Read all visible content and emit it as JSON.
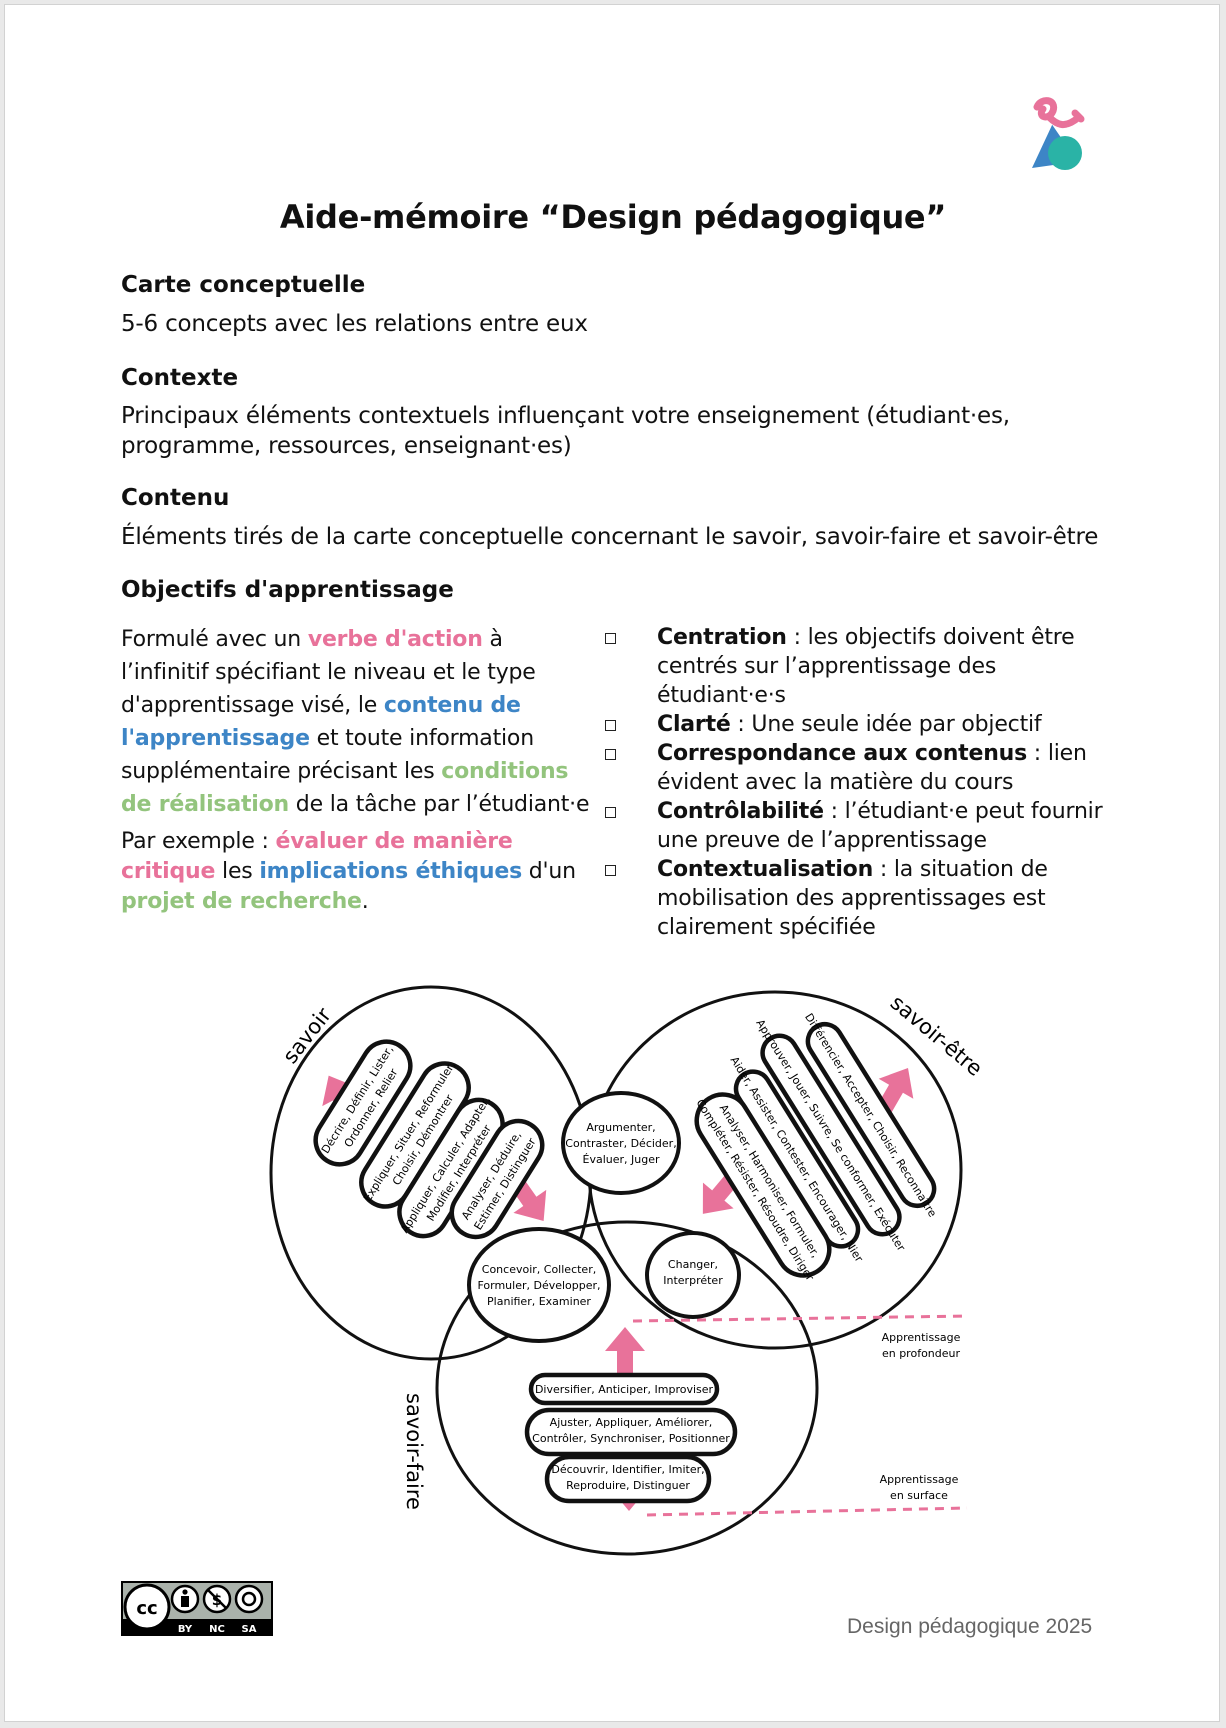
{
  "title": "Aide-mémoire “Design pédagogique”",
  "sections": {
    "carte": {
      "heading": "Carte conceptuelle",
      "text": "5-6 concepts avec les relations entre eux"
    },
    "contexte": {
      "heading": "Contexte",
      "text": "Principaux éléments contextuels influençant votre enseignement (étudiant·es, programme, ressources, enseignant·es)"
    },
    "contenu": {
      "heading": "Contenu",
      "text": "Éléments tirés de la carte conceptuelle concernant le savoir, savoir-faire et savoir-être"
    },
    "objectifs": {
      "heading": "Objectifs d'apprentissage"
    }
  },
  "objectives_left": {
    "p1_a": "Formulé avec un ",
    "p1_verbe": "verbe d'action",
    "p1_b": " à l’infinitif spécifiant le niveau et le type d'apprentissage visé, le ",
    "p1_contenu": "contenu de l'apprentissage",
    "p1_c": " et toute information supplémentaire précisant les ",
    "p1_conditions": "conditions de réalisation",
    "p1_d": " de la tâche par l’étudiant·e",
    "p2_a": "Par exemple : ",
    "p2_verbe": "évaluer de manière critique",
    "p2_b": " les ",
    "p2_implications": "implications éthiques",
    "p2_c": " d'un ",
    "p2_projet": "projet de recherche",
    "p2_d": "."
  },
  "criteria": [
    {
      "term": "Centration",
      "desc": " : les objectifs doivent être centrés sur l’apprentissage des étudiant·e·s"
    },
    {
      "term": "Clarté",
      "desc": " : Une seule idée par objectif"
    },
    {
      "term": "Correspondance aux contenus",
      "desc": " : lien évident avec la matière du cours"
    },
    {
      "term": "Contrôlabilité",
      "desc": " : l’étudiant·e peut fournir une preuve de l’apprentissage"
    },
    {
      "term": "Contextualisation",
      "desc": " : la situation de mobilisation des apprentissages est clairement spécifiée"
    }
  ],
  "diagram": {
    "savoir_label": "savoir",
    "savoir_etre_label": "savoir-être",
    "savoir_faire_label": "savoir-faire",
    "savoir_pills": [
      "Décrire, Définir, Lister,",
      "Ordonner, Relier",
      "Expliquer, Situer, Reformuler,",
      "Choisir, Démontrer",
      "Appliquer, Calculer, Adapter,",
      "Modifier, Interpréter",
      "Analyser, Déduire,",
      "Estimer, Distinguer"
    ],
    "etre_pills": [
      "Différencier, Accepter, Choisir, Reconnaître",
      "Approuver, Jouer, Suivre, Se conformer, Exécuter",
      "Aider, Assister, Contester, Encourager, Nier",
      "Analyser, Harmoniser, Formuler,",
      "Compléter, Résister, Résoudre, Diriger"
    ],
    "intersect_savoir_etre": [
      "Argumenter,",
      "Contraster, Décider,",
      "Évaluer, Juger"
    ],
    "intersect_savoir_faire": [
      "Concevoir, Collecter,",
      "Formuler, Développer,",
      "Planifier, Examiner"
    ],
    "intersect_etre_faire": [
      "Changer,",
      "Interpréter"
    ],
    "faire_pills": [
      "Diversifier, Anticiper, Improviser",
      "Ajuster, Appliquer, Améliorer,",
      "Contrôler, Synchroniser, Positionner",
      "Découvrir, Identifier, Imiter,",
      "Reproduire, Distinguer"
    ],
    "deep_label": [
      "Apprentissage",
      "en profondeur"
    ],
    "surface_label": [
      "Apprentissage",
      "en surface"
    ]
  },
  "license": {
    "icons": [
      "cc-icon",
      "by-icon",
      "nc-icon",
      "sa-icon"
    ],
    "tags": [
      "BY",
      "NC",
      "SA"
    ]
  },
  "footer": "Design pédagogique 2025",
  "colors": {
    "pink": "#e8729a",
    "blue": "#3d85c6",
    "green": "#93c47d",
    "teal": "#2ab3a6"
  }
}
